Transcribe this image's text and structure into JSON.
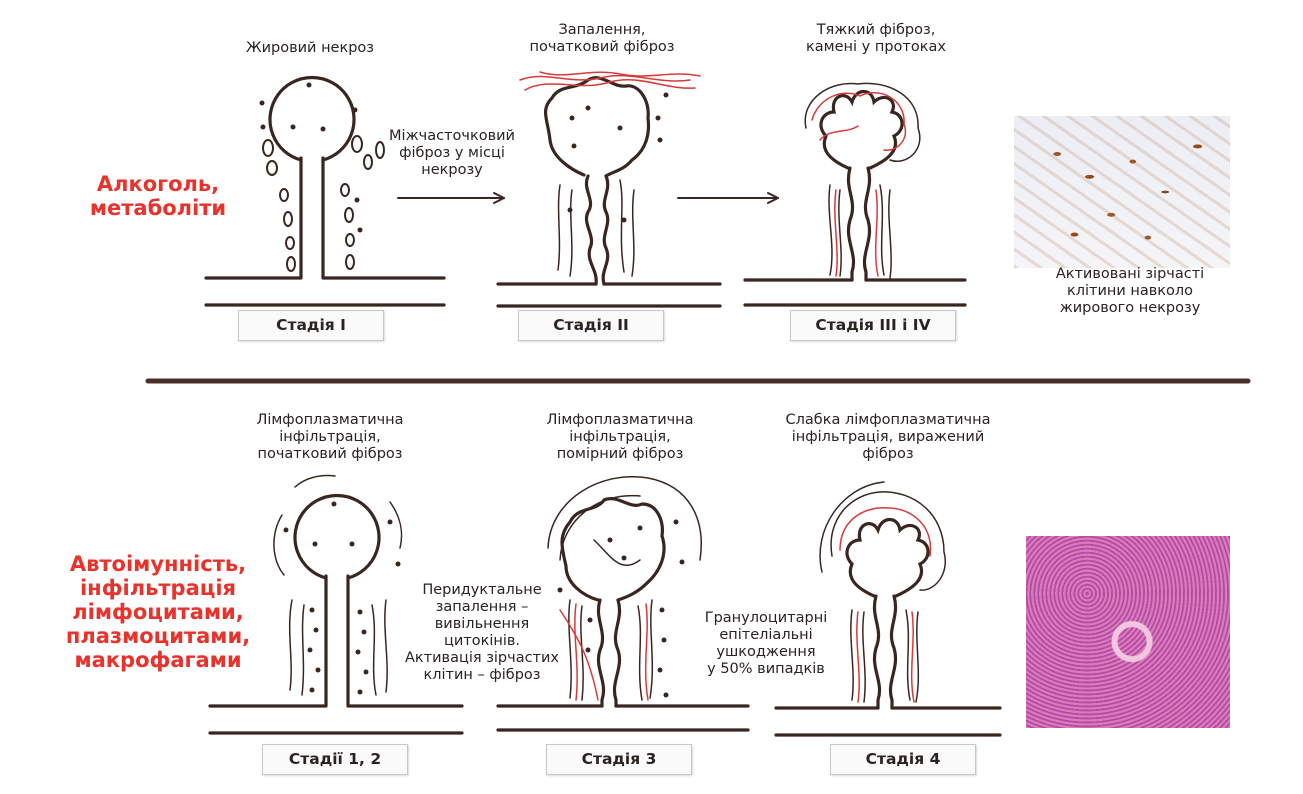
{
  "colors": {
    "accent_red": "#e8322c",
    "ink": "#3a2620",
    "fibrosis": "#d63a3a"
  },
  "top_row": {
    "cause": "Алкоголь,\nметаболіти",
    "stage1_caption": "Жировий некроз",
    "arrow_label": "Міжчасточковий\nфіброз у місці\nнекрозу",
    "stage2_caption": "Запалення,\nпочатковий фіброз",
    "stage3_caption": "Тяжкий фіброз,\nкамені у протоках",
    "photo_caption": "Активовані зірчасті\nклітини навколо\nжирового некрозу",
    "stage_labels": [
      "Стадія I",
      "Стадія II",
      "Стадія III і IV"
    ]
  },
  "bottom_row": {
    "cause": "Автоімунність,\nінфільтрація\nлімфоцитами,\nплазмоцитами,\nмакрофагами",
    "stage1_caption": "Лімфоплазматична\nінфільтрація,\nпочатковий фіброз",
    "stage2_caption": "Лімфоплазматична\nінфільтрація,\nпомірний фіброз",
    "stage3_caption": "Слабка лімфоплазматична\nінфільтрація, виражений\nфіброз",
    "mid_note": "Перидуктальне\nзапалення –\nвивільнення\nцитокінів.\nАктивація зірчастих\nклітин – фіброз",
    "right_note": "Гранулоцитарні\nепітеліальні\nушкодження\nу 50% випадків",
    "stage_labels": [
      "Стадії 1, 2",
      "Стадія 3",
      "Стадія 4"
    ]
  }
}
